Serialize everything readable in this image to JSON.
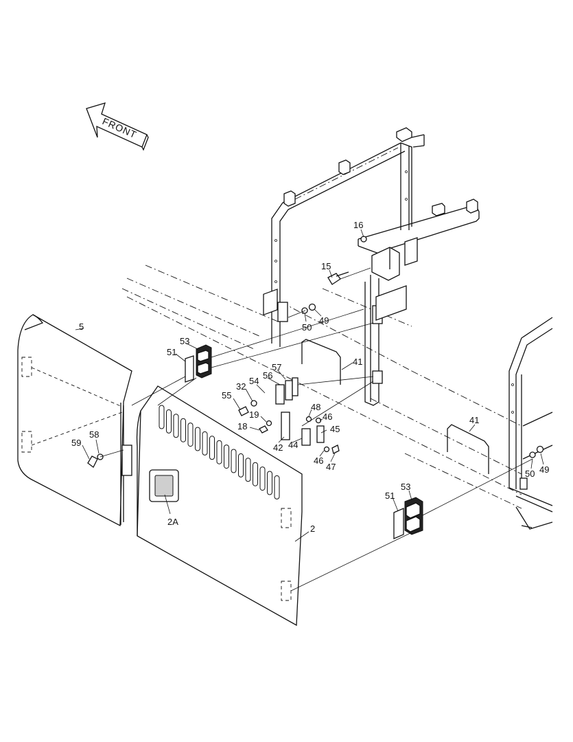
{
  "direction_arrow": {
    "text": "FRONT"
  },
  "callouts": [
    {
      "id": "c16",
      "text": "16"
    },
    {
      "id": "c15",
      "text": "15"
    },
    {
      "id": "c50a",
      "text": "50"
    },
    {
      "id": "c49a",
      "text": "49"
    },
    {
      "id": "c5",
      "text": "5"
    },
    {
      "id": "c53a",
      "text": "53"
    },
    {
      "id": "c51a",
      "text": "51"
    },
    {
      "id": "c41a",
      "text": "41"
    },
    {
      "id": "c57",
      "text": "57"
    },
    {
      "id": "c56",
      "text": "56"
    },
    {
      "id": "c54",
      "text": "54"
    },
    {
      "id": "c32",
      "text": "32"
    },
    {
      "id": "c55",
      "text": "55"
    },
    {
      "id": "c48",
      "text": "48"
    },
    {
      "id": "c19",
      "text": "19"
    },
    {
      "id": "c46a",
      "text": "46"
    },
    {
      "id": "c18",
      "text": "18"
    },
    {
      "id": "c45",
      "text": "45"
    },
    {
      "id": "c42",
      "text": "42"
    },
    {
      "id": "c44",
      "text": "44"
    },
    {
      "id": "c46b",
      "text": "46"
    },
    {
      "id": "c47",
      "text": "47"
    },
    {
      "id": "c58",
      "text": "58"
    },
    {
      "id": "c59",
      "text": "59"
    },
    {
      "id": "c41b",
      "text": "41"
    },
    {
      "id": "c50b",
      "text": "50"
    },
    {
      "id": "c49b",
      "text": "49"
    },
    {
      "id": "c2A",
      "text": "2A"
    },
    {
      "id": "c2",
      "text": "2"
    },
    {
      "id": "c53b",
      "text": "53"
    },
    {
      "id": "c51b",
      "text": "51"
    }
  ]
}
